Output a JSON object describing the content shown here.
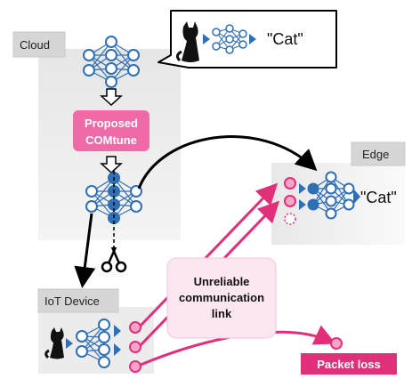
{
  "nodes": {
    "cloud": {
      "label": "Cloud"
    },
    "edge": {
      "label": "Edge"
    },
    "iot": {
      "label": "IoT Device"
    }
  },
  "callout": {
    "output": "\"Cat\""
  },
  "method": {
    "line1": "Proposed",
    "line2": "COMtune"
  },
  "edge_output": "\"Cat\"",
  "link": {
    "line1": "Unreliable",
    "line2": "communication",
    "line3": "link"
  },
  "packet_loss": "Packet loss",
  "colors": {
    "net_blue": "#2f6fb5",
    "magenta": "#e0307a",
    "pink_box": "#f06aa8",
    "link_box": "#fbe6f1",
    "panel": "#e4e4e4"
  },
  "icons": [
    "cat-silhouette-icon",
    "neural-network-icon",
    "scissors-icon",
    "down-arrow-icon"
  ]
}
